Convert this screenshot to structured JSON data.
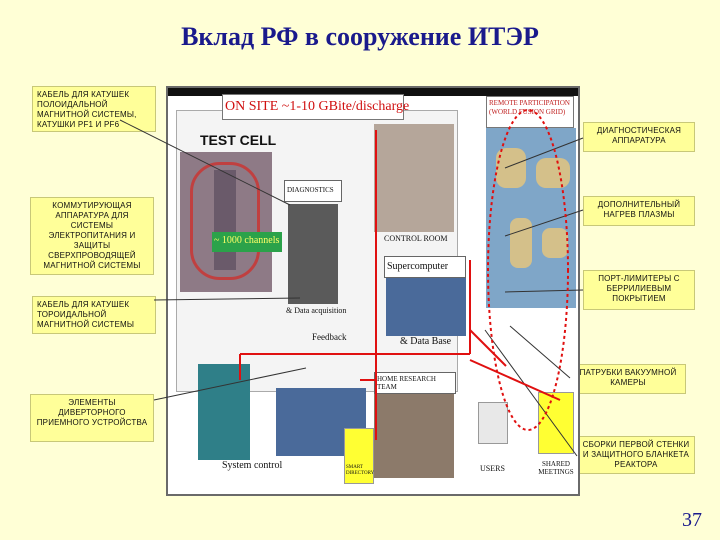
{
  "title": "Вклад РФ в сооружение ИТЭР",
  "page_number": "37",
  "callouts_left": [
    "КАБЕЛЬ ДЛЯ КАТУШЕК ПОЛОИДАЛЬНОЙ МАГНИТНОЙ СИСТЕМЫ, КАТУШКИ PF1 И PF6",
    "КОММУТИРУЮЩАЯ АППАРАТУРА ДЛЯ СИСТЕМЫ ЭЛЕКТРОПИТАНИЯ И ЗАЩИТЫ СВЕРХПРОВОДЯЩЕЙ МАГНИТНОЙ СИСТЕМЫ",
    "КАБЕЛЬ ДЛЯ КАТУШЕК ТОРОИДАЛЬНОЙ МАГНИТНОЙ СИСТЕМЫ",
    "ЭЛЕМЕНТЫ ДИВЕРТОРНОГО ПРИЕМНОГО УСТРОЙСТВА"
  ],
  "callouts_right": [
    "ДИАГНОСТИЧЕСКАЯ АППАРАТУРА",
    "ДОПОЛНИТЕЛЬНЫЙ НАГРЕВ ПЛАЗМЫ",
    "ПОРТ-ЛИМИТЕРЫ С БЕРРИЛИЕВЫМ ПОКРЫТИЕМ",
    "ПАТРУБКИ ВАКУУМНОЙ КАМЕРЫ",
    "СБОРКИ ПЕРВОЙ СТЕНКИ И ЗАЩИТНОГО БЛАНКЕТА РЕАКТОРА"
  ],
  "diagram": {
    "onsite": "ON SITE ~1-10 GBite/discharge",
    "remote": "REMOTE PARTICIPATION (WORLD FUSION GRID)",
    "test_cell": "TEST CELL",
    "diagnostics": "DIAGNOSTICS",
    "channels": "~ 1000 channels",
    "data_acq": "& Data acquisition",
    "feedback": "Feedback",
    "computer": "CONTROL ROOM",
    "supercomputer": "Supercomputer",
    "database": "& Data Base",
    "home_team": "HOME RESEARCH TEAM",
    "system_control": "System control",
    "users": "USERS",
    "shared": "SHARED MEETINGS",
    "smart_dir": "SMART DIRECTORY"
  }
}
